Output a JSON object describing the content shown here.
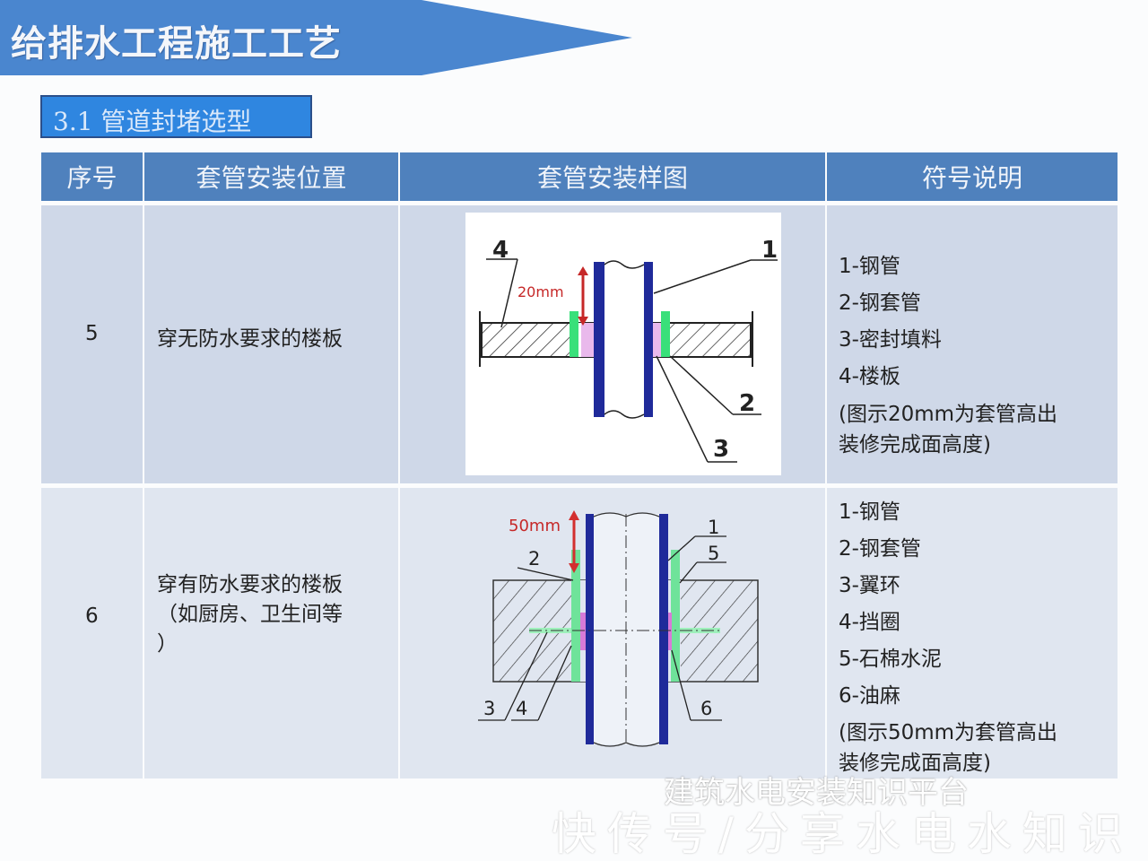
{
  "header": {
    "title": "给排水工程施工工艺"
  },
  "section": {
    "title": "3.1 管道封堵选型"
  },
  "table": {
    "columns": [
      "序号",
      "套管安装位置",
      "套管安装样图",
      "符号说明"
    ],
    "rows": [
      {
        "no": "5",
        "location": [
          "穿无防水要求的楼板"
        ],
        "diagram": {
          "dimension": "20mm",
          "labels": [
            "1",
            "2",
            "3",
            "4"
          ]
        },
        "legend": [
          "1-钢管",
          "2-钢套管",
          "3-密封填料",
          "4-楼板",
          "(图示20mm为套管高出",
          "装修完成面高度)"
        ]
      },
      {
        "no": "6",
        "location": [
          "穿有防水要求的楼板",
          "（如厨房、卫生间等",
          "）"
        ],
        "diagram": {
          "dimension": "50mm",
          "labels": [
            "1",
            "2",
            "3",
            "4",
            "5",
            "6"
          ]
        },
        "legend": [
          "1-钢管",
          "2-钢套管",
          "3-翼环",
          "4-挡圈",
          "5-石棉水泥",
          "6-油麻",
          "(图示50mm为套管高出",
          "装修完成面高度)"
        ]
      }
    ]
  },
  "watermark": {
    "brand": "建筑水电安装知识平台",
    "source": "快传号/分享水电水知识"
  },
  "colors": {
    "banner": "#4a86cf",
    "header_row": "#4f81bd",
    "row1": "#cfd8e8",
    "row2": "#e0e6f0",
    "pipe": "#1f2a9a",
    "sleeve": "#39e07a",
    "filler": "#d77ad8",
    "dimension": "#c62828"
  }
}
